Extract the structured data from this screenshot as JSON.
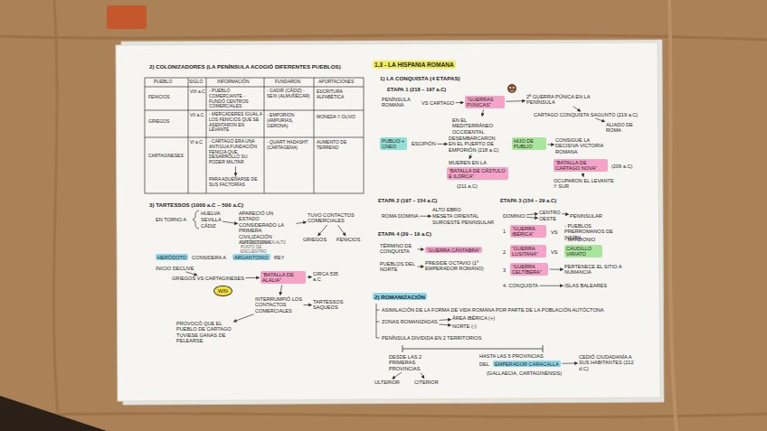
{
  "diagram": {
    "nodes": [
      {
        "text": [
          "HERÓDOTO"
        ]
      },
      {
        "text": [
          "ARGANTONIO"
        ]
      },
      {
        "text": [
          "“BATALLA DE ALALIA”"
        ]
      },
      {
        "text": [
          "WIN"
        ]
      },
      {
        "text": [
          "1.3 - LA HISPANIA ROMANA"
        ]
      },
      {
        "text": [
          "“GUERRAS PÚNICAS”"
        ]
      },
      {
        "text": [
          "PUBLIO + CNEO"
        ]
      },
      {
        "text": [
          "“BATALLA DE CÁSTULO E ILORCA”"
        ]
      },
      {
        "text": [
          "HIJO DE PUBLIO"
        ]
      },
      {
        "text": [
          "“BATALLA DE CARTAGO NOVA”"
        ]
      },
      {
        "text": [
          "“GUERRA IBÉRICA”"
        ]
      },
      {
        "text": [
          "“GUERRA LUSITANA”"
        ]
      },
      {
        "text": [
          "CAUDILLO VIRIATO"
        ]
      },
      {
        "text": [
          "“GUERRA CELTÍBERA”"
        ]
      },
      {
        "text": [
          "“GUERRA CÁNTABRA”"
        ]
      },
      {
        "text": [
          "2) ROMANIZACIÓN"
        ]
      },
      {
        "text": [
          "EMPERADOR CARACALLA"
        ]
      }
    ],
    "labels": [
      "2) COLONIZADORES (LA PENÍNSULA ACOGIÓ DIFERENTES PUEBLOS)",
      "PUEBLO",
      "SIGLO",
      "INFORMACIÓN",
      "FUNDARON",
      "APORTACIONES",
      "FENICIOS",
      "VIII a.C",
      "- PUEBLO COMERCIANTE - FUNDÓ CENTROS COMERCIALES",
      "- GADIR (CÁDIZ) - SEXI (ALMUÑÉCAR)",
      "ESCRITURA ALFABÉTICA",
      "GRIEGOS",
      "VII a.C",
      "- MERCADERES IGUAL A LOS FENICIOS QUE SE ASENTARON EN LEVANTE",
      "- EMPORION (AMPURIAS, GERONA)",
      "MONEDA Y OLIVO",
      "CARTAGINESES",
      "VI a.C",
      "- CARTAGO ERA UNA ANTIGUA FUNDACIÓN FENICIA QUE DESARROLLÓ SU PODER MILITAR",
      "PARA ADUEÑARSE DE SUS FACTORÍAS",
      "- QUART HADASHT (CARTAGENA)",
      "AUMENTO DE TERRENO",
      "3) TARTESSOS (1000 a.C – 500 a.C)",
      "EN TORNO A",
      "HUELVA",
      "SEVILLA",
      "CÁDIZ",
      "APARECIÓ UN ESTADO CONSIDERADO LA PRIMERA CIVILIZACIÓN AUTÓCTONA",
      "TUVO CONTACTOS COMERCIALES",
      "GRIEGOS",
      "FENICIOS",
      "ORGANIZADO EN ALTO PUNTO DE ENCUENTRO",
      "CONSIDERA A",
      "REY",
      "INICIO DECLIVE",
      "GRIEGOS VS CARTAGINESES",
      "CIRCA 535 a.C",
      "INTERRUMPIÓ LOS CONTACTOS COMERCIALES",
      "TARTESSOS SAQUEOS",
      "PROVOCÓ QUE EL PUEBLO DE CARTAGO TUVIESE GANAS DE PELEARSE",
      "1) LA CONQUISTA (4 ETAPAS)",
      "ETAPA 1 (218 – 197 a.C)",
      "PENÍNSULA ROMANA",
      "VS CARTAGO",
      "2ª GUERRA PÚNICA EN LA PENÍNSULA",
      "CARTAGO CONQUISTA SAGUNTO (219 a.C)",
      "ALIADO DE ROMA",
      "EN EL MEDITERRÁNEO OCCIDENTAL",
      "ESCIPIÓN",
      "DESEMBARCARON EN EL PUERTO DE EMPORIÓN (218 a.C)",
      "MUEREN EN LA",
      "(211 a.C)",
      "CONSIGUE LA DECISIVA VICTORIA ROMANA",
      "(209 a.C)",
      "OCUPARON EL LEVANTE Y SUR",
      "ETAPA 2 (197 – 154 a.C)",
      "ROMA DOMINA",
      "ALTO EBRO",
      "MESETA ORIENTAL",
      "SUROESTE PENINSULAR",
      "ETAPA 3 (154 – 29 a.C)",
      "DOMINIO",
      "CENTRO",
      "OESTE",
      "PENINSULAR",
      "1",
      "VS",
      "- PUEBLOS PRERROMANOS DE INDÍBIL",
      "- MANDONIO",
      "2",
      "VS",
      "3",
      "PERTENECE EL SITIO A NUMANCIA",
      "4. CONQUISTA",
      "ISLAS BALEARES",
      "ETAPA 4 (29 – 19 a.C)",
      "TÉRMINO DE CONQUISTA",
      "PUEBLOS DEL NORTE",
      "PRESIDE OCTAVIO (1º EMPERADOR ROMANO)",
      "ASIMILACIÓN DE LA FORMA DE VIDA ROMANA POR PARTE DE LA POBLACIÓN AUTÓCTONA",
      "ZONAS ROMANIZADAS",
      "ÁREA IBÉRICA (+)",
      "NORTE (-)",
      "PENÍNSULA DIVIDIDA EN 2 TERRITORIOS",
      "DESDE LAS 2 PRIMERAS PROVINCIAS",
      "ULTERIOR",
      "CITERIOR",
      "HASTA LAS 5 PROVINCIAS",
      "DEL",
      "(GALLAECIA, CARTAGINENSIS)",
      "CEDIÓ CIUDADANÍA A SUS HABITANTES (212 d.C)"
    ]
  }
}
